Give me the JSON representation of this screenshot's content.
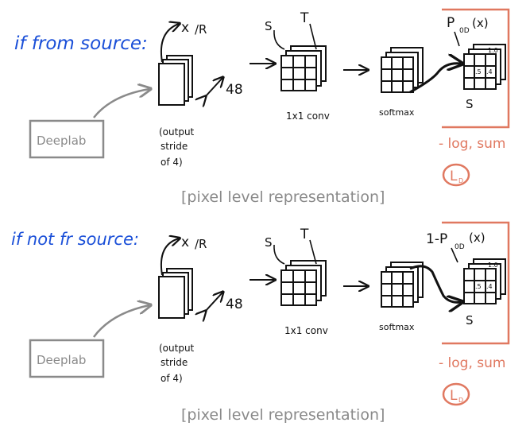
{
  "colors": {
    "ink": "#111111",
    "blue": "#1a4fd8",
    "gray": "#8a8a8a",
    "salmon": "#e07860"
  },
  "panels": [
    {
      "condition": "if from source:",
      "deeplab": "Deeplab",
      "x_label": "x",
      "x_factor": "/R",
      "channels": "48",
      "output_stride": [
        "(output",
        "stride",
        "of 4)"
      ],
      "s_label": "S",
      "t_label": "T",
      "conv_label": "1x1 conv",
      "softmax_label": "softmax",
      "prob_label": "P",
      "prob_sub": "0D",
      "prob_arg": "(x)",
      "cell_values": [
        "1.0",
        ".5",
        ".4"
      ],
      "s_under": "S",
      "loss": "- log, sum",
      "loss_symbol": "L",
      "loss_sub": "D",
      "caption": "[pixel level representation]"
    },
    {
      "condition": "if not fr source:",
      "deeplab": "Deeplab",
      "x_label": "x",
      "x_factor": "/R",
      "channels": "48",
      "output_stride": [
        "(output",
        "stride",
        "of 4)"
      ],
      "s_label": "S",
      "t_label": "T",
      "conv_label": "1x1 conv",
      "softmax_label": "softmax",
      "prob_label": "1-P",
      "prob_sub": "0D",
      "prob_arg": "(x)",
      "cell_values": [
        "1.0",
        ".5",
        ".4"
      ],
      "s_under": "S",
      "loss": "- log, sum",
      "loss_symbol": "L",
      "loss_sub": "D",
      "caption": "[pixel level representation]"
    }
  ]
}
